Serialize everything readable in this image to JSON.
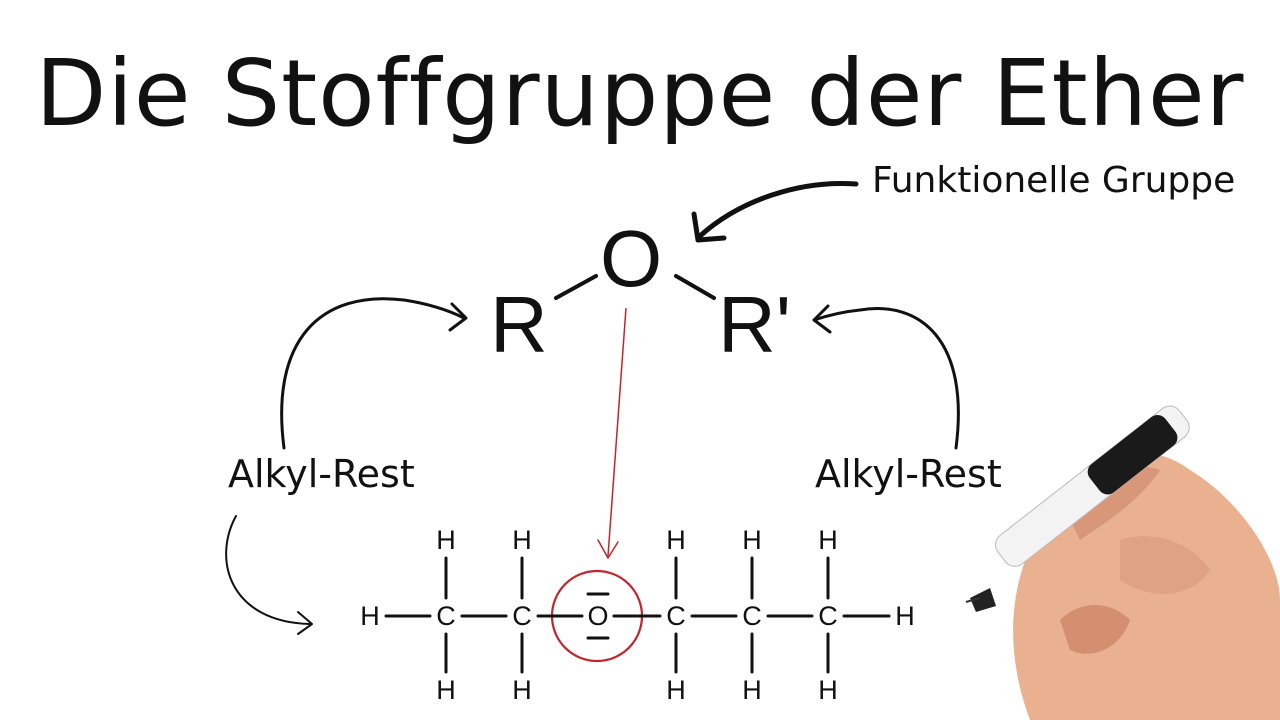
{
  "title": "Die Stoffgruppe der Ether",
  "labels": {
    "functional_group": "Funktionelle Gruppe",
    "alkyl_left": "Alkyl-Rest",
    "alkyl_right": "Alkyl-Rest"
  },
  "general_formula": {
    "r": "R",
    "o": "O",
    "r_prime": "R'"
  },
  "molecule": {
    "chain": [
      "H",
      "C",
      "C",
      "O",
      "C",
      "C",
      "C",
      "H"
    ],
    "top": [
      "H",
      "H",
      "H",
      "H",
      "H"
    ],
    "bottom": [
      "H",
      "H",
      "H",
      "H",
      "H"
    ]
  },
  "colors": {
    "ink": "#111111",
    "highlight": "#c0262d"
  }
}
